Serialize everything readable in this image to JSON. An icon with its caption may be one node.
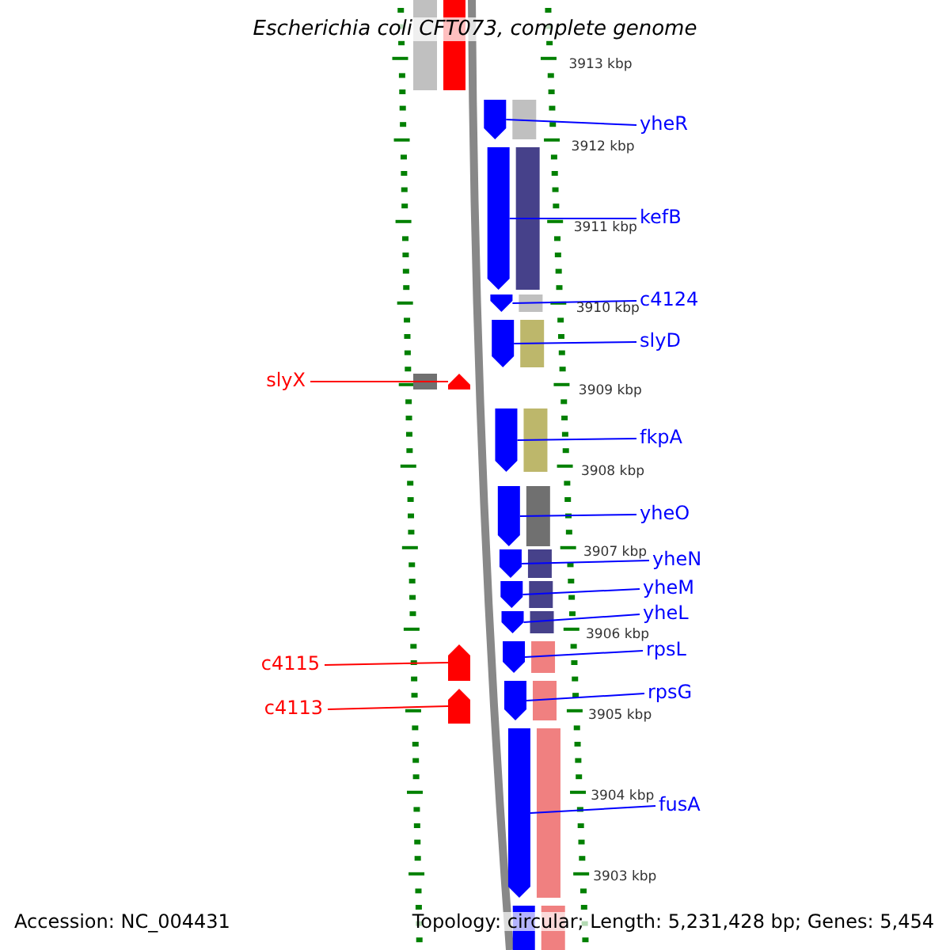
{
  "diagram": {
    "title": "Escherichia coli CFT073, complete genome",
    "nodes": [
      {
        "text": [
          "yheR"
        ]
      },
      {
        "text": [
          "kefB"
        ]
      },
      {
        "text": [
          "c4124"
        ]
      },
      {
        "text": [
          "slyD"
        ]
      },
      {
        "text": [
          "slyX"
        ]
      },
      {
        "text": [
          "fkpA"
        ]
      },
      {
        "text": [
          "yheO"
        ]
      },
      {
        "text": [
          "yheN"
        ]
      },
      {
        "text": [
          "yheM"
        ]
      },
      {
        "text": [
          "yheL"
        ]
      },
      {
        "text": [
          "rpsL"
        ]
      },
      {
        "text": [
          "c4115"
        ]
      },
      {
        "text": [
          "rpsG"
        ]
      },
      {
        "text": [
          "c4113"
        ]
      },
      {
        "text": [
          "fusA"
        ]
      },
      {
        "text": [],
        "shape": "arrow"
      },
      {
        "text": [],
        "shape": "arrow"
      },
      {
        "text": [],
        "shape": "arrow"
      },
      {
        "text": [],
        "shape": "arrow"
      },
      {
        "text": [],
        "shape": "arrow"
      },
      {
        "text": [],
        "shape": "arrow"
      },
      {
        "text": [],
        "shape": "arrow"
      },
      {
        "text": [],
        "shape": "arrow"
      },
      {
        "text": [],
        "shape": "arrow"
      },
      {
        "text": [],
        "shape": "arrow"
      },
      {
        "text": [],
        "shape": "arrow"
      },
      {
        "text": [],
        "shape": "arrow"
      },
      {
        "text": [],
        "shape": "arrow"
      },
      {
        "text": [],
        "shape": "arrow"
      },
      {
        "text": [],
        "shape": "arrow"
      },
      {
        "text": [],
        "shape": "arrow"
      },
      {
        "text": [],
        "shape": "arrow"
      }
    ],
    "edges": [
      {
        "from": 0,
        "to": 16,
        "arrow": "none"
      },
      {
        "from": 1,
        "to": 17,
        "arrow": "none"
      },
      {
        "from": 2,
        "to": 18,
        "arrow": "none"
      },
      {
        "from": 3,
        "to": 19,
        "arrow": "none"
      },
      {
        "from": 4,
        "to": 20,
        "arrow": "none",
        "color": "#ff0000"
      },
      {
        "from": 5,
        "to": 21,
        "arrow": "none"
      },
      {
        "from": 6,
        "to": 22,
        "arrow": "none"
      },
      {
        "from": 7,
        "to": 23,
        "arrow": "none"
      },
      {
        "from": 8,
        "to": 24,
        "arrow": "none"
      },
      {
        "from": 9,
        "to": 25,
        "arrow": "none"
      },
      {
        "from": 10,
        "to": 26,
        "arrow": "none"
      },
      {
        "from": 11,
        "to": 27,
        "arrow": "none",
        "color": "#ff0000"
      },
      {
        "from": 12,
        "to": 28,
        "arrow": "none"
      },
      {
        "from": 13,
        "to": 29,
        "arrow": "none",
        "color": "#ff0000"
      },
      {
        "from": 14,
        "to": 30,
        "arrow": "none"
      }
    ],
    "labels": [
      "3913 kbp",
      "3912 kbp",
      "3911 kbp",
      "3910 kbp",
      "3909 kbp",
      "3908 kbp",
      "3907 kbp",
      "3906 kbp",
      "3905 kbp",
      "3904 kbp",
      "3903 kbp",
      "Accession: NC_004431",
      "Topology: circular; Length: 5,231,428 bp; Genes: 5,454"
    ]
  }
}
